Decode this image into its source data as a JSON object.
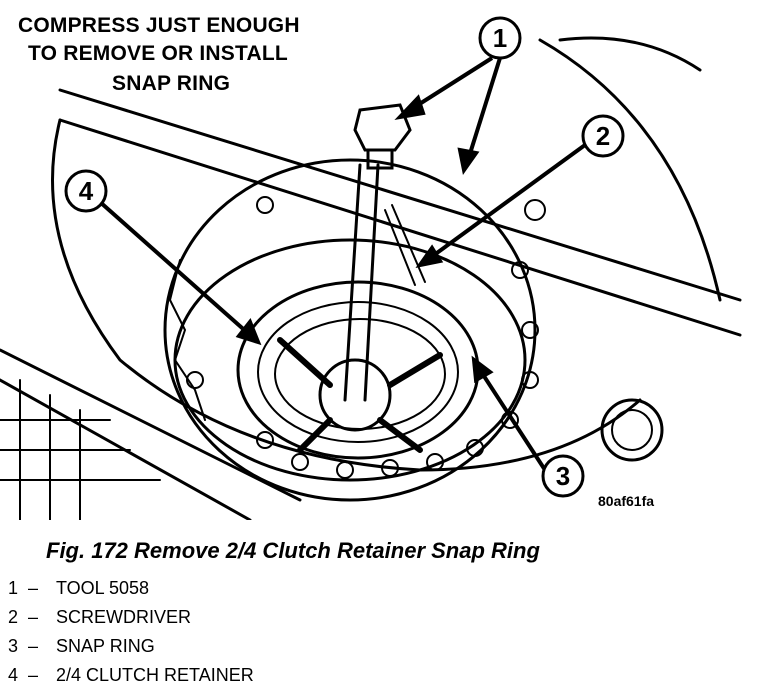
{
  "figure": {
    "instruction_lines": [
      "COMPRESS JUST ENOUGH",
      "TO REMOVE OR INSTALL",
      "SNAP RING"
    ],
    "callouts": [
      "1",
      "2",
      "3",
      "4"
    ],
    "figure_code": "80af61fa"
  },
  "caption": "Fig. 172 Remove 2/4 Clutch Retainer Snap Ring",
  "legend": [
    {
      "num": "1",
      "dash": "–",
      "label": "TOOL 5058"
    },
    {
      "num": "2",
      "dash": "–",
      "label": "SCREWDRIVER"
    },
    {
      "num": "3",
      "dash": "–",
      "label": "SNAP RING"
    },
    {
      "num": "4",
      "dash": "–",
      "label": "2/4 CLUTCH RETAINER"
    }
  ]
}
